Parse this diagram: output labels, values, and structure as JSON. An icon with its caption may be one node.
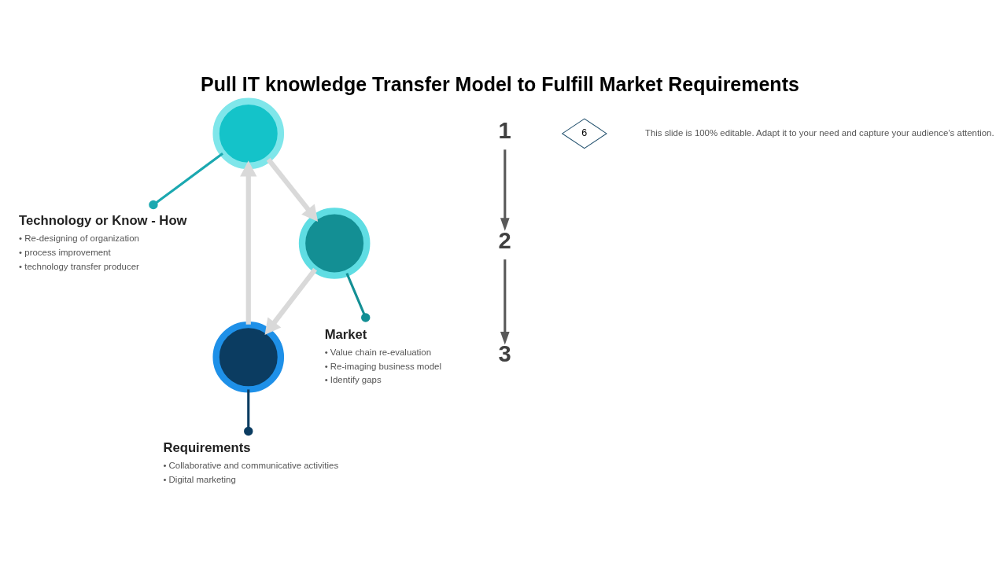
{
  "diagram": {
    "title": "Pull IT knowledge Transfer Model to Fulfill Market Requirements",
    "caption": "This slide is 100% editable. Adapt it to your need and capture your audience’s attention.",
    "nodes": [
      {
        "text": [],
        "shape": "circle"
      },
      {
        "text": [
          "Technology or Know - How",
          "• Re-designing of organization",
          "• process improvement",
          "• technology transfer producer"
        ]
      },
      {
        "text": [
          "3"
        ]
      },
      {
        "text": [
          "2"
        ]
      },
      {
        "text": [],
        "shape": "circle"
      },
      {
        "text": [
          "1"
        ]
      },
      {
        "text": [],
        "shape": "circle"
      },
      {
        "text": [
          "Requirements",
          "• Collaborative and communicative activities",
          "• Digital marketing"
        ]
      },
      {
        "text": [
          "Market",
          "• Value chain re-evaluation",
          "• Re-imaging business model",
          "• Identify gaps"
        ]
      }
    ],
    "edges": [
      {
        "from": 0,
        "to": 6,
        "arrow": "to",
        "style": "thick"
      },
      {
        "from": 6,
        "to": 4,
        "arrow": "to",
        "style": "thick"
      },
      {
        "from": 4,
        "to": 0,
        "arrow": "to",
        "style": "thick"
      },
      {
        "from": 5,
        "to": 3,
        "arrow": "to",
        "color": "#595959"
      },
      {
        "from": 3,
        "to": 2,
        "arrow": "to",
        "color": "#595959"
      },
      {
        "from": 0,
        "to": 1,
        "arrow": "other",
        "color": "#1ba8b0"
      },
      {
        "from": 4,
        "to": 7,
        "arrow": "other",
        "color": "#0b3c61"
      },
      {
        "from": 6,
        "to": 8,
        "arrow": "other",
        "color": "#138f94"
      }
    ],
    "labels": [
      "6"
    ]
  }
}
